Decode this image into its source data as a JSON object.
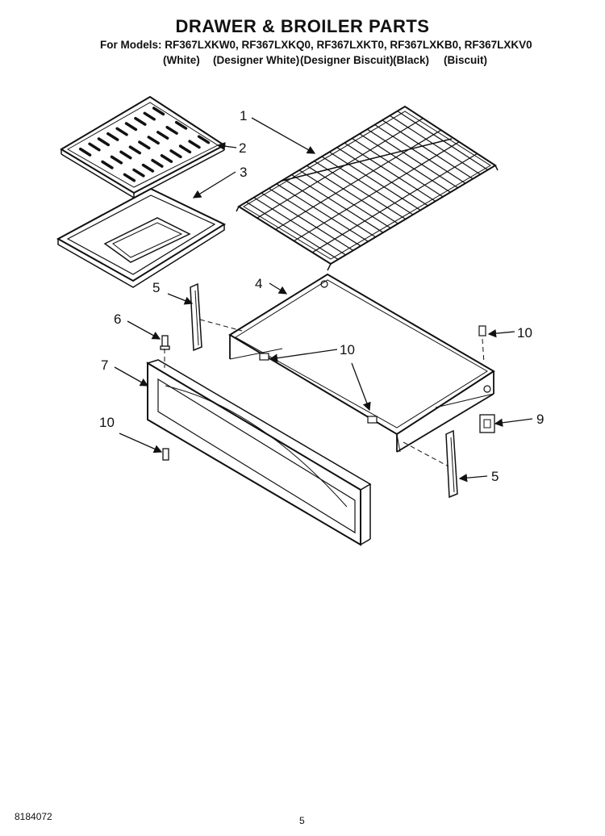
{
  "header": {
    "title": "DRAWER & BROILER PARTS",
    "models_line": "For Models: RF367LXKW0, RF367LXKQ0, RF367LXKT0, RF367LXKB0, RF367LXKV0",
    "variants": [
      "(White)",
      "(Designer White)",
      "(Designer Biscuit)",
      "(Black)",
      "(Biscuit)"
    ]
  },
  "callouts": [
    "1",
    "2",
    "3",
    "4",
    "5",
    "6",
    "7",
    "10",
    "10",
    "10",
    "10",
    "9",
    "5"
  ],
  "footer": {
    "doc_number": "8184072",
    "page_number": "5"
  }
}
